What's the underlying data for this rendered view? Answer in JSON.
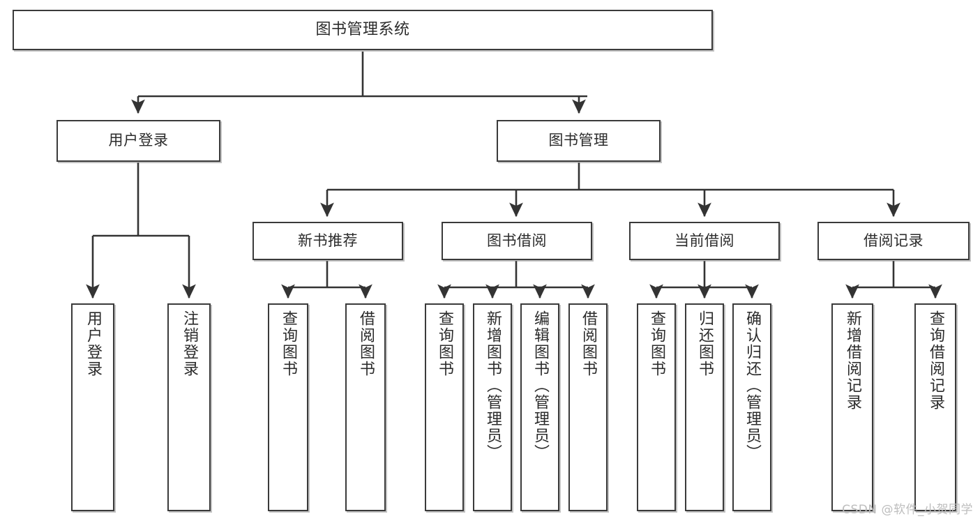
{
  "diagram": {
    "type": "tree-hierarchy",
    "title": "图书管理系统",
    "watermark": "CSDN @软件_小贺同学",
    "colors": {
      "background": "#ffffff",
      "node_border": "#3a3a3a",
      "node_fill": "#ffffff",
      "edge": "#333333",
      "text": "#2b2b2b",
      "watermark": "#bdbdbd"
    },
    "levels": {
      "root": [
        "图书管理系统"
      ],
      "level1": [
        "用户登录",
        "图书管理"
      ],
      "level2": [
        "新书推荐",
        "图书借阅",
        "当前借阅",
        "借阅记录"
      ],
      "leaves": [
        "用户登录",
        "注销登录",
        "查询图书",
        "借阅图书",
        "查询图书",
        "新增图书（管理员）",
        "编辑图书（管理员）",
        "借阅图书",
        "查询图书",
        "归还图书",
        "确认归还（管理员）",
        "新增借阅记录",
        "查询借阅记录"
      ]
    },
    "nodes": {
      "root": {
        "label": "图书管理系统"
      },
      "user_login": {
        "label": "用户登录"
      },
      "book_mgmt": {
        "label": "图书管理"
      },
      "new_book_rec": {
        "label": "新书推荐"
      },
      "book_borrow": {
        "label": "图书借阅"
      },
      "current_borrow": {
        "label": "当前借阅"
      },
      "borrow_record": {
        "label": "借阅记录"
      },
      "leaf_user_login": {
        "label": "用户登录"
      },
      "leaf_logout": {
        "label": "注销登录"
      },
      "leaf_query_book_1": {
        "label": "查询图书"
      },
      "leaf_borrow_book_1": {
        "label": "借阅图书"
      },
      "leaf_query_book_2": {
        "label": "查询图书"
      },
      "leaf_add_book": {
        "label": "新增图书（管理员）"
      },
      "leaf_edit_book": {
        "label": "编辑图书（管理员）"
      },
      "leaf_borrow_book_2": {
        "label": "借阅图书"
      },
      "leaf_query_book_3": {
        "label": "查询图书"
      },
      "leaf_return_book": {
        "label": "归还图书"
      },
      "leaf_confirm_return": {
        "label": "确认归还（管理员）"
      },
      "leaf_add_record": {
        "label": "新增借阅记录"
      },
      "leaf_query_record": {
        "label": "查询借阅记录"
      }
    }
  }
}
